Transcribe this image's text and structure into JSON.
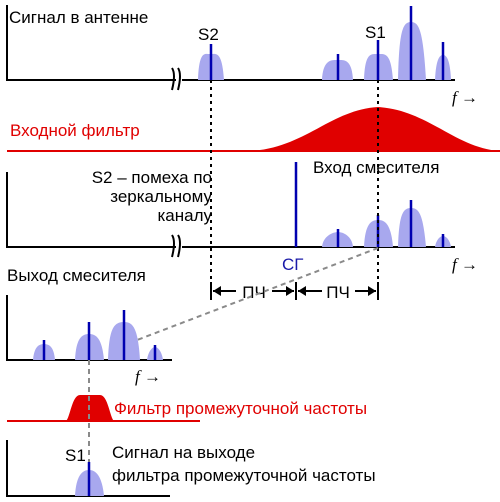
{
  "colors": {
    "signal_fill": "#a8a8ee",
    "signal_line": "#0000b0",
    "filter_red": "#e00000",
    "lo_blue": "#1a1aa8",
    "guide_grey": "#8a8a8a"
  },
  "labels": {
    "antenna_signal": "Сигнал в антенне",
    "s2": "S2",
    "s1": "S1",
    "freq_arrow": "f →",
    "input_filter": "Входной фильтр",
    "image_interference_line1": "S2 – помеха по",
    "image_interference_line2": "зеркальному",
    "image_interference_line3": "каналу",
    "mixer_input": "Вход смесителя",
    "local_oscillator": "СГ",
    "mixer_output": "Выход смесителя",
    "if_left": "ПЧ",
    "if_right": "ПЧ",
    "if_filter": "Фильтр промежуточной частоты",
    "if_output_line1": "Сигнал на выходе",
    "if_output_line2": "фильтра промежуточной частоты",
    "s1_bottom": "S1"
  }
}
